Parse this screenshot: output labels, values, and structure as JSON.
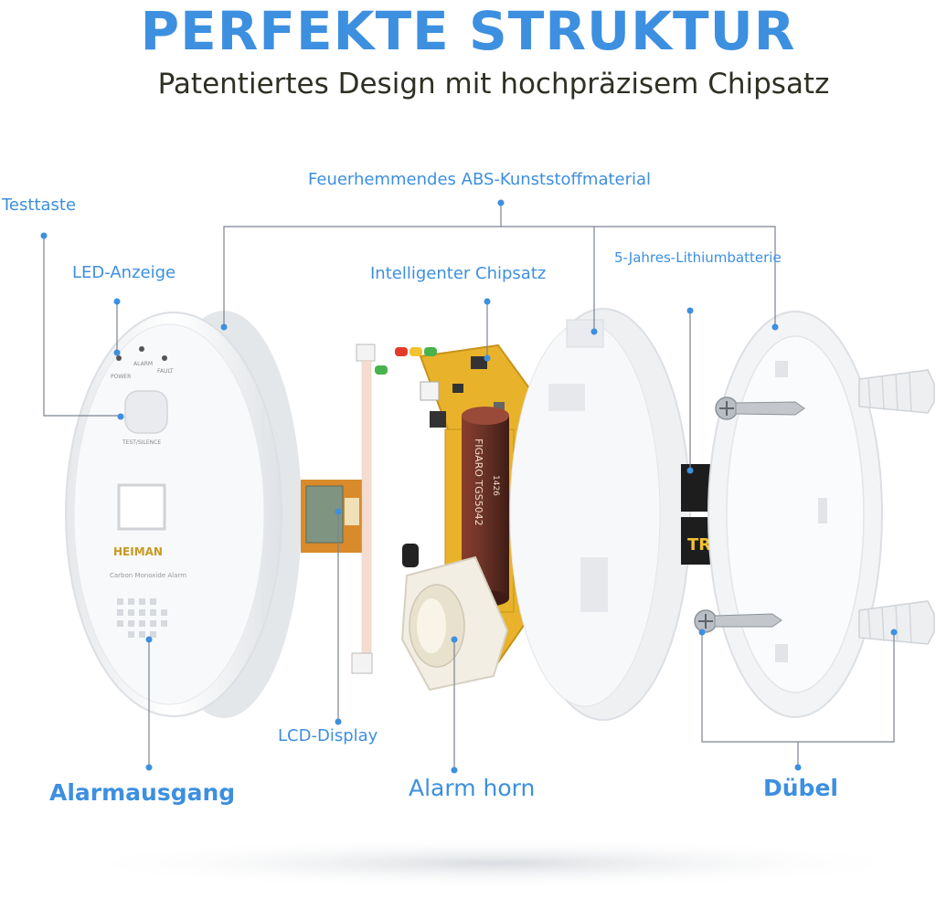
{
  "header": {
    "title": "PERFEKTE STRUKTUR",
    "subtitle": "Patentiertes Design mit hochpräzisem Chipsatz"
  },
  "labels": {
    "material": "Feuerhemmendes ABS-Kunststoffmaterial",
    "test_button": "Testtaste",
    "led": "LED-Anzeige",
    "chipset": "Intelligenter Chipsatz",
    "battery": "5-Jahres-Lithiumbatterie",
    "lcd": "LCD-Display",
    "alarm_output": "Alarmausgang",
    "alarm_horn": "Alarm horn",
    "dowel": "Dübel"
  },
  "device_front": {
    "led_power": "POWER",
    "led_alarm": "ALARM",
    "led_fault": "FAULT",
    "button_text": "TEST/SILENCE",
    "brand": "HEIMAN",
    "model": "Carbon Monoxide Alarm"
  },
  "sensor": {
    "text1": "FIGARO TGS5042",
    "text2": "1426"
  },
  "battery_brand": "TRIAL",
  "colors": {
    "accent": "#3d8fe0",
    "title": "#3d8fe0",
    "subtitle": "#2d3024",
    "pcb": "#e8b32a",
    "sensor": "#6b3327",
    "battery": "#e0b321"
  }
}
